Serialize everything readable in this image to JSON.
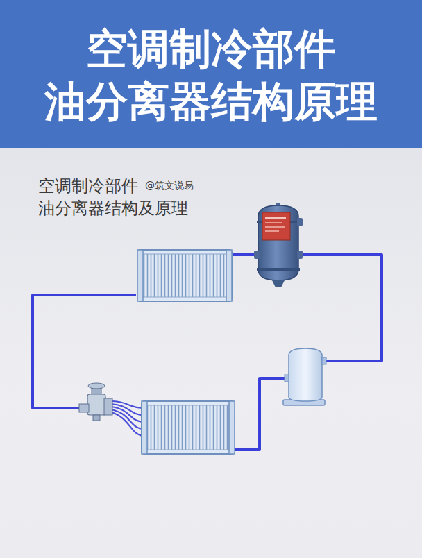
{
  "diagram": {
    "title": "空调制冷部件 油分离器结构原理",
    "labels": [
      "空调制冷部件",
      "@筑文说易",
      "油分离器结构及原理"
    ]
  }
}
